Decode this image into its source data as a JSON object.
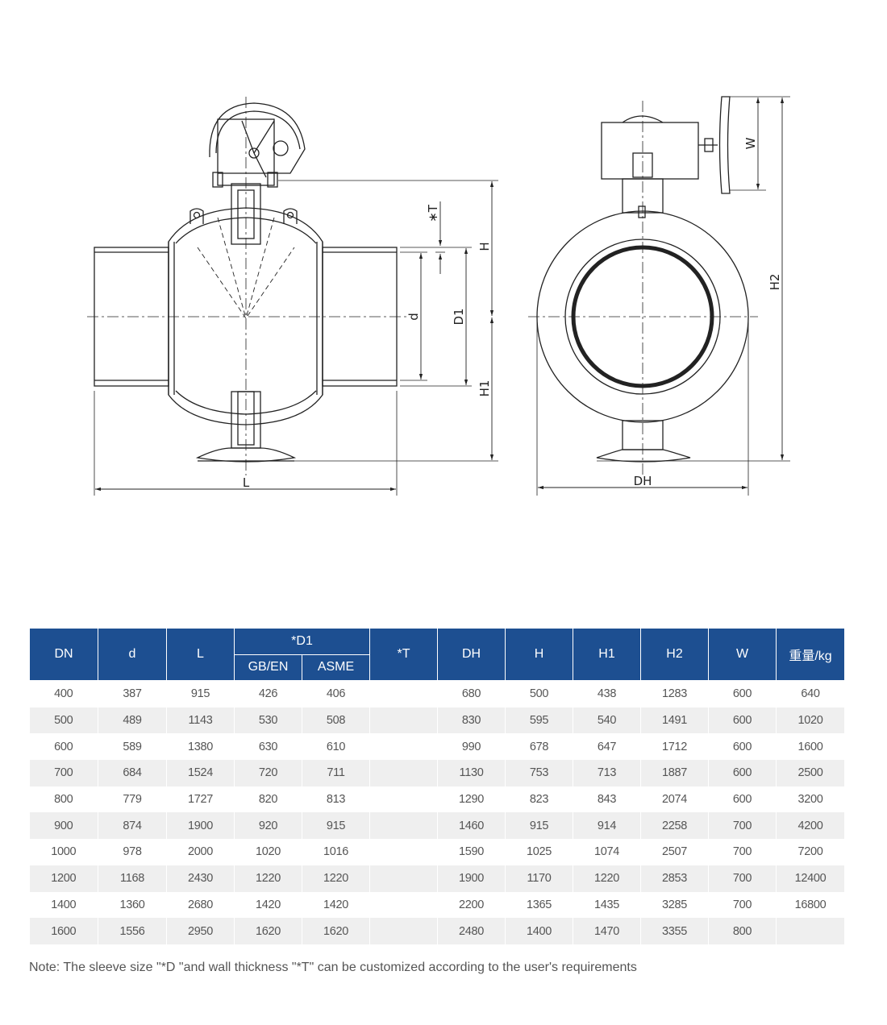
{
  "drawing": {
    "dimension_labels": {
      "L": "L",
      "d": "d",
      "D1": "D1",
      "T": "∗T",
      "H": "H",
      "H1": "H1",
      "DH": "DH",
      "H2": "H2",
      "W": "W"
    }
  },
  "table": {
    "headers": {
      "dn": "DN",
      "d": "d",
      "l": "L",
      "d1": "*D1",
      "gb_en": "GB/EN",
      "asme": "ASME",
      "t": "*T",
      "dh": "DH",
      "h": "H",
      "h1": "H1",
      "h2": "H2",
      "w": "W",
      "weight": "重量/kg"
    },
    "rows": [
      [
        "400",
        "387",
        "915",
        "426",
        "406",
        "",
        "680",
        "500",
        "438",
        "1283",
        "600",
        "640"
      ],
      [
        "500",
        "489",
        "1143",
        "530",
        "508",
        "",
        "830",
        "595",
        "540",
        "1491",
        "600",
        "1020"
      ],
      [
        "600",
        "589",
        "1380",
        "630",
        "610",
        "",
        "990",
        "678",
        "647",
        "1712",
        "600",
        "1600"
      ],
      [
        "700",
        "684",
        "1524",
        "720",
        "711",
        "",
        "1130",
        "753",
        "713",
        "1887",
        "600",
        "2500"
      ],
      [
        "800",
        "779",
        "1727",
        "820",
        "813",
        "",
        "1290",
        "823",
        "843",
        "2074",
        "600",
        "3200"
      ],
      [
        "900",
        "874",
        "1900",
        "920",
        "915",
        "",
        "1460",
        "915",
        "914",
        "2258",
        "700",
        "4200"
      ],
      [
        "1000",
        "978",
        "2000",
        "1020",
        "1016",
        "",
        "1590",
        "1025",
        "1074",
        "2507",
        "700",
        "7200"
      ],
      [
        "1200",
        "1168",
        "2430",
        "1220",
        "1220",
        "",
        "1900",
        "1170",
        "1220",
        "2853",
        "700",
        "12400"
      ],
      [
        "1400",
        "1360",
        "2680",
        "1420",
        "1420",
        "",
        "2200",
        "1365",
        "1435",
        "3285",
        "700",
        "16800"
      ],
      [
        "1600",
        "1556",
        "2950",
        "1620",
        "1620",
        "",
        "2480",
        "1400",
        "1470",
        "3355",
        "800",
        ""
      ]
    ]
  },
  "note": "Note: The sleeve size \"*D \"and wall thickness \"*T\" can be customized according to the user's requirements",
  "colors": {
    "header_bg": "#1d4f91",
    "stripe_bg": "#efefef"
  }
}
